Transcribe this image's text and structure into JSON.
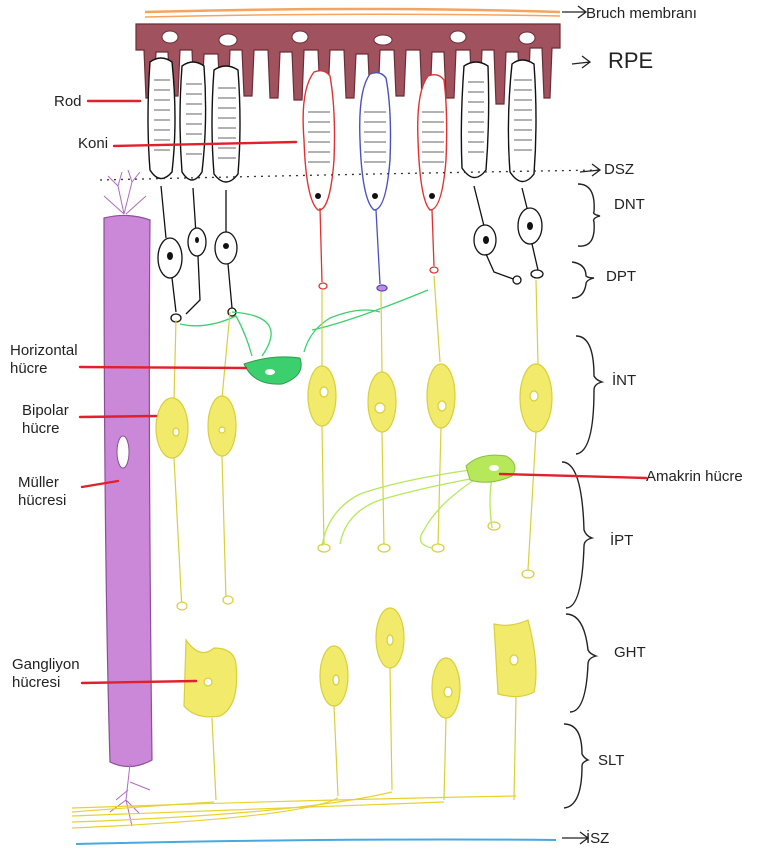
{
  "labels": {
    "bruch": "Bruch membranı",
    "rpe": "RPE",
    "rod": "Rod",
    "koni": "Koni",
    "dsz": "DSZ",
    "dnt": "DNT",
    "dpt": "DPT",
    "horizontal": "Horizontal hücre",
    "int": "İNT",
    "bipolar": "Bipolar hücre",
    "amakrin": "Amakrin hücre",
    "muller": "Müller hücresi",
    "ipt": "İPT",
    "ght": "GHT",
    "gangliyon": "Gangliyon hücresi",
    "slt": "SLT",
    "isz": "İSZ"
  },
  "colors": {
    "rpe": "#a0525e",
    "bruch": "#f4a460",
    "rod": "#111111",
    "cone_red": "#e03030",
    "cone_blue": "#4a50c0",
    "horizontal": "#3ccf6e",
    "bipolar": "#f2ea6a",
    "amakrin": "#b6e85a",
    "muller": "#cc88d8",
    "pointer": "#e0202c",
    "isz": "#4aa8e0"
  }
}
